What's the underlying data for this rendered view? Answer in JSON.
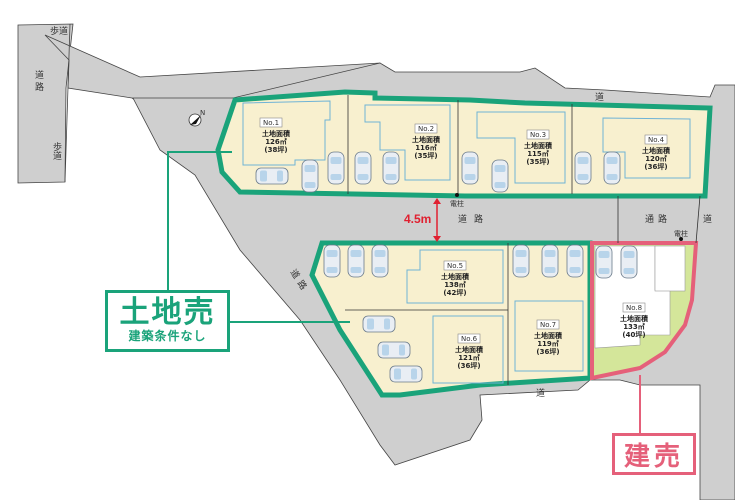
{
  "map": {
    "roads": {
      "sidewalk_top": "歩道",
      "sidewalk_left": "歩道",
      "road_left_v1": "道",
      "road_left_v2": "路",
      "road_top": "道",
      "road_center_1": "道",
      "road_center_2": "路",
      "road_passage_1": "通",
      "road_passage_2": "路",
      "road_right": "道",
      "road_diag_1": "道",
      "road_diag_2": "路",
      "road_bottom": "道"
    },
    "utility_pole_label": "電柱",
    "road_width": "4.5m",
    "compass": "N",
    "lots": [
      {
        "no": "No.1",
        "area_label": "土地面積",
        "area": "126㎡",
        "tsubo": "(38坪)"
      },
      {
        "no": "No.2",
        "area_label": "土地面積",
        "area": "116㎡",
        "tsubo": "(35坪)"
      },
      {
        "no": "No.3",
        "area_label": "土地面積",
        "area": "115㎡",
        "tsubo": "(35坪)"
      },
      {
        "no": "No.4",
        "area_label": "土地面積",
        "area": "120㎡",
        "tsubo": "(36坪)"
      },
      {
        "no": "No.5",
        "area_label": "土地面積",
        "area": "138㎡",
        "tsubo": "(42坪)"
      },
      {
        "no": "No.6",
        "area_label": "土地面積",
        "area": "121㎡",
        "tsubo": "(36坪)"
      },
      {
        "no": "No.7",
        "area_label": "土地面積",
        "area": "119㎡",
        "tsubo": "(36坪)"
      },
      {
        "no": "No.8",
        "area_label": "土地面積",
        "area": "133㎡",
        "tsubo": "(40坪)"
      }
    ]
  },
  "legend": {
    "land_sale": {
      "title": "土地売",
      "subtitle": "建築条件なし",
      "color": "#1aa37a"
    },
    "built_sale": {
      "title": "建売",
      "color": "#e5607a"
    }
  },
  "colors": {
    "road": "#cfcfcf",
    "lot_fill": "#f8f0cf",
    "lot_border": "#1aa37a",
    "built_border": "#e5607a",
    "garden": "#d4e69a",
    "building_outline": "#6fb3d6",
    "dimension": "#e02030"
  }
}
